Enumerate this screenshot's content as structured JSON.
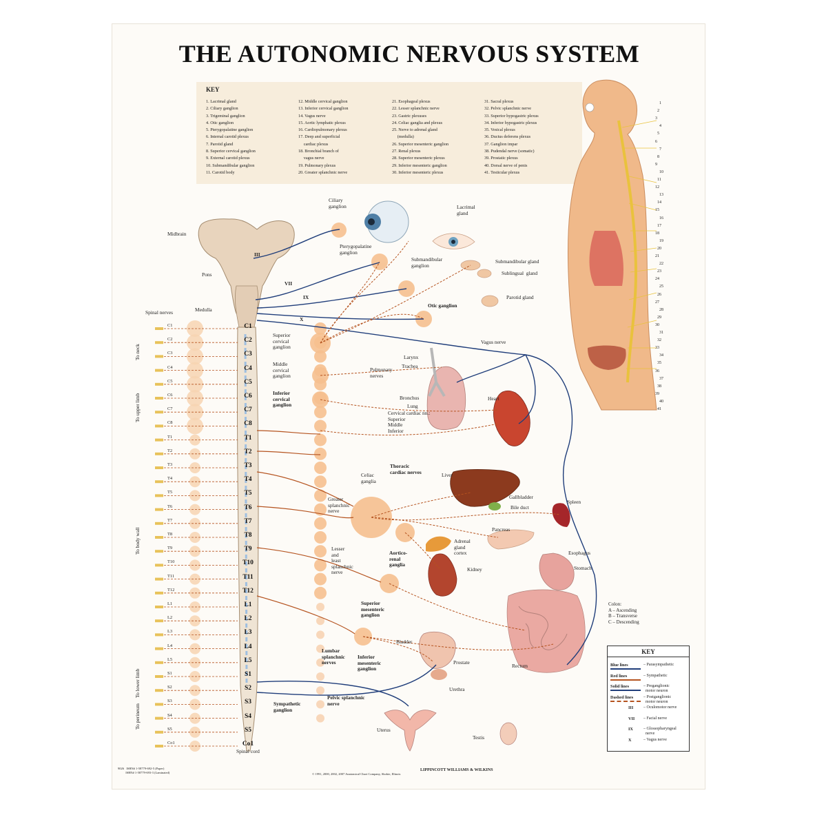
{
  "title": "THE AUTONOMIC NERVOUS SYSTEM",
  "key": {
    "title": "KEY",
    "columns": [
      [
        "1. Lacrimal gland",
        "2. Ciliary ganglion",
        "3. Trigeminal ganglion",
        "4. Otic ganglion",
        "5. Pterygopalatine ganglion",
        "6. Internal carotid plexus",
        "7. Parotid gland",
        "8. Superior cervical ganglion",
        "9. External carotid plexus",
        "10. Submandibular ganglion",
        "11. Carotid body"
      ],
      [
        "12. Middle cervical ganglion",
        "13. Inferior cervical ganglion",
        "14. Vagus nerve",
        "15. Aortic lymphatic plexus",
        "16. Cardiopulmonary plexus",
        "17. Deep and superficial",
        "     cardiac plexus",
        "18. Bronchial branch of",
        "     vagus nerve",
        "19. Pulmonary plexus",
        "20. Greater splanchnic nerve"
      ],
      [
        "21. Esophageal plexus",
        "22. Lesser splanchnic nerve",
        "23. Gastric plexuses",
        "24. Celiac ganglia and plexus",
        "25. Nerve to adrenal gland",
        "     (medulla)",
        "26. Superior mesenteric ganglion",
        "27. Renal plexus",
        "28. Superior mesenteric plexus",
        "29. Inferior mesenteric ganglion",
        "30. Inferior mesenteric plexus"
      ],
      [
        "31. Sacral plexus",
        "32. Pelvic splanchnic nerve",
        "33. Superior hypogastric plexus",
        "34. Inferior hypogastric plexus",
        "35. Vesical plexus",
        "36. Ductus deferens plexus",
        "37. Ganglion impar",
        "38. Pudendal nerve (somatic)",
        "39. Prostatic plexus",
        "40. Dorsal nerve of penis",
        "41. Testicular plexus"
      ]
    ]
  },
  "labels": {
    "midbrain": "Midbrain",
    "pons": "Pons",
    "medulla": "Medulla",
    "spinal_nerves": "Spinal nerves",
    "spinal_cord": "Spinal cord",
    "cn3": "III",
    "cn7": "VII",
    "cn9": "IX",
    "cn10": "X",
    "ciliary": "Ciliary\nganglion",
    "lacrimal": "Lacrimal\ngland",
    "pterygo": "Pterygopalatine\nganglion",
    "submand_gang": "Submandibular\nganglion",
    "submand_gland": "Submandibular gland",
    "subling": "Sublingual  gland",
    "parotid": "Parotid gland",
    "otic": "Otic ganglion",
    "vagus": "Vagus nerve",
    "sup_cerv": "Superior\ncervical\nganglion",
    "mid_cerv": "Middle\ncervical\nganglion",
    "inf_cerv": "Inferior\ncervical\nganglion",
    "larynx": "Larynx",
    "trachea": "Trachea",
    "pulm": "Pulmonary\nnerves",
    "bronchus": "Bronchus",
    "lung": "Lung",
    "heart": "Heart",
    "cardiac": "Cervical cardiac nn.:\nSuperior\nMiddle\nInferior",
    "thoracic": "Thoracic\ncardiac nerves",
    "celiac": "Celiac\nganglia",
    "liver": "Liver",
    "gallbladder": "Gallbladder",
    "bile": "Bile duct",
    "spleen": "Spleen",
    "greater": "Greater\nsplanchnic\nnerve",
    "pancreas": "Pancreas",
    "adrenal": "Adrenal\ngland\ncortex",
    "aortico": "Aortico-\nrenal\nganglia",
    "lesser": "Lesser\nand\nleast\nsplanchnic\nnerve",
    "kidney": "Kidney",
    "esophagus": "Esophagus",
    "stomach": "Stomach",
    "sup_mes": "Superior\nmesenteric\nganglion",
    "bladder": "Bladder",
    "prostate": "Prostate",
    "urethra": "Urethra",
    "rectum": "Rectum",
    "lumbar": "Lumbar\nsplanchnic\nnerves",
    "inf_mes": "Inferior\nmesenteric\nganglion",
    "pelvic": "Pelvic splanchnic\nnerve",
    "symp": "Sympathetic\nganglion",
    "uterus": "Uterus",
    "testis": "Testis",
    "to_neck": "To neck",
    "to_upper": "To upper limb",
    "to_body": "To body wall",
    "to_lower": "To lower limb",
    "to_perineum": "To perineum"
  },
  "segments": [
    "C1",
    "C2",
    "C3",
    "C4",
    "C5",
    "C6",
    "C7",
    "C8",
    "T1",
    "T2",
    "T3",
    "T4",
    "T5",
    "T6",
    "T7",
    "T8",
    "T9",
    "T10",
    "T11",
    "T12",
    "L1",
    "L2",
    "L3",
    "L4",
    "L5",
    "S1",
    "S2",
    "S3",
    "S4",
    "S5",
    "Co1"
  ],
  "color_note": "Colon:\nA – Ascending\nB – Transverse\nC – Descending",
  "legend": {
    "title": "KEY",
    "rows": [
      {
        "name": "Blue lines",
        "desc": "– Parasympathetic"
      },
      {
        "name": "Red lines",
        "desc": "– Sympathetic"
      },
      {
        "name": "Solid lines",
        "desc": "– Preganglionic\n  motor neuron"
      },
      {
        "name": "Dashed lines",
        "desc": "– Postganglionic\n  motor neuron"
      },
      {
        "name": "III",
        "desc": "– Oculomotor nerve"
      },
      {
        "name": "VII",
        "desc": "– Facial nerve"
      },
      {
        "name": "IX",
        "desc": "– Glossopharyngeal\n  nerve"
      },
      {
        "name": "X",
        "desc": "– Vagus nerve"
      }
    ]
  },
  "colors": {
    "parasympathetic": "#1f3d7a",
    "sympathetic": "#b5531f",
    "ganglion": "#f6c08f",
    "ganglion_light": "#f7d3b2"
  },
  "footer_left": "9026   ISBN# 1-58779-692-5 (Paper)\n          ISBN# 1-58779-693-3 (Laminated)",
  "footer_center": "© 1991, 2000, 2002, 2007 Anatomical Chart Company, Skokie, Illinois",
  "footer_logo": "LIPPINCOTT WILLIAMS & WILKINS"
}
